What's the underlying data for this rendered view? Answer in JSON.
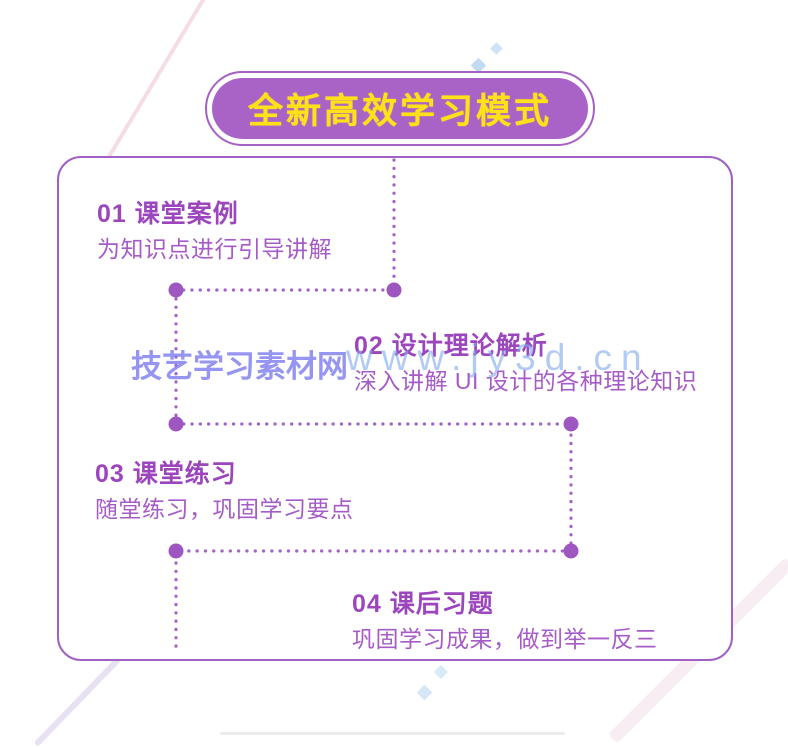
{
  "title": {
    "label": "全新高效学习模式"
  },
  "watermark": {
    "site_name": "技艺学习素材网",
    "site_url": "www.jy3d.cn"
  },
  "steps": [
    {
      "heading": "01 课堂案例",
      "desc": "为知识点进行引导讲解"
    },
    {
      "heading": "02 设计理论解析",
      "desc": "深入讲解 UI 设计的各种理论知识"
    },
    {
      "heading": "03 课堂练习",
      "desc": "随堂练习，巩固学习要点"
    },
    {
      "heading": "04 课后习题",
      "desc": "巩固学习成果，做到举一反三"
    }
  ],
  "colors": {
    "accent_purple": "#a160c4",
    "pill_fill": "#a963c7",
    "title_yellow": "#ffe11a",
    "dot_purple": "#9e56c0",
    "watermark_blue": "#7c7cf0",
    "watermark_url_blue": "#84acee"
  }
}
